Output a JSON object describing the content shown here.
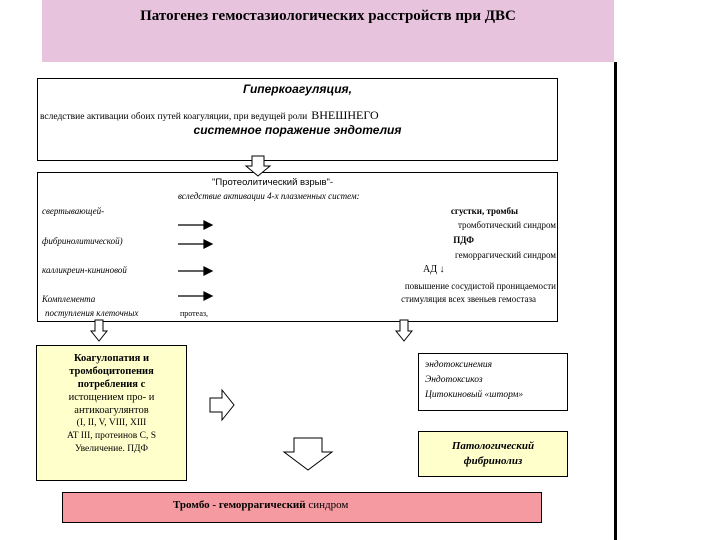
{
  "title": "Патогенез гемостазиологических расстройств при ДВС",
  "box1": {
    "heading": "Гиперкоагуляция,",
    "line1": "вследствие активации обоих путей коагуляции, при ведущей роли",
    "line1_emph": "ВНЕШНЕГО",
    "line2": "системное поражение эндотелия"
  },
  "box2": {
    "heading": "\"Протеолитический взрыв\"-",
    "subheading": "вследствие активации 4-х плазменных систем:",
    "left": [
      "свертывающей-",
      "фибринолитической)",
      "калликреин-кининовой",
      "Комплемента",
      "поступления клеточных"
    ],
    "left_tail": "протеаз,",
    "right": [
      "сгустки, тромбы",
      "тромботический синдром",
      "ПДФ",
      "геморрагический синдром",
      "АД",
      "повышение сосудистой проницаемости",
      "стимуляция всех звеньев гемостаза"
    ],
    "ad_suffix": "↓"
  },
  "coag": {
    "lines": [
      "Коагулопатия и",
      "тромбоцитопения",
      "потребления с",
      "истощением про- и",
      "антикоагулянтов",
      "(I, II, V, VIII, XIII",
      "AT III, протеинов C, S",
      "Увеличение. ПДФ"
    ]
  },
  "endo": {
    "lines": [
      "эндотоксинемия",
      "Эндотоксикоз",
      "Цитокиновый «шторм»"
    ]
  },
  "fibrinolysis": {
    "lines": [
      "Патологический",
      "фибринолиз"
    ]
  },
  "bottom": {
    "text1": "Тромбо - геморрагический",
    "text2": "синдром"
  }
}
